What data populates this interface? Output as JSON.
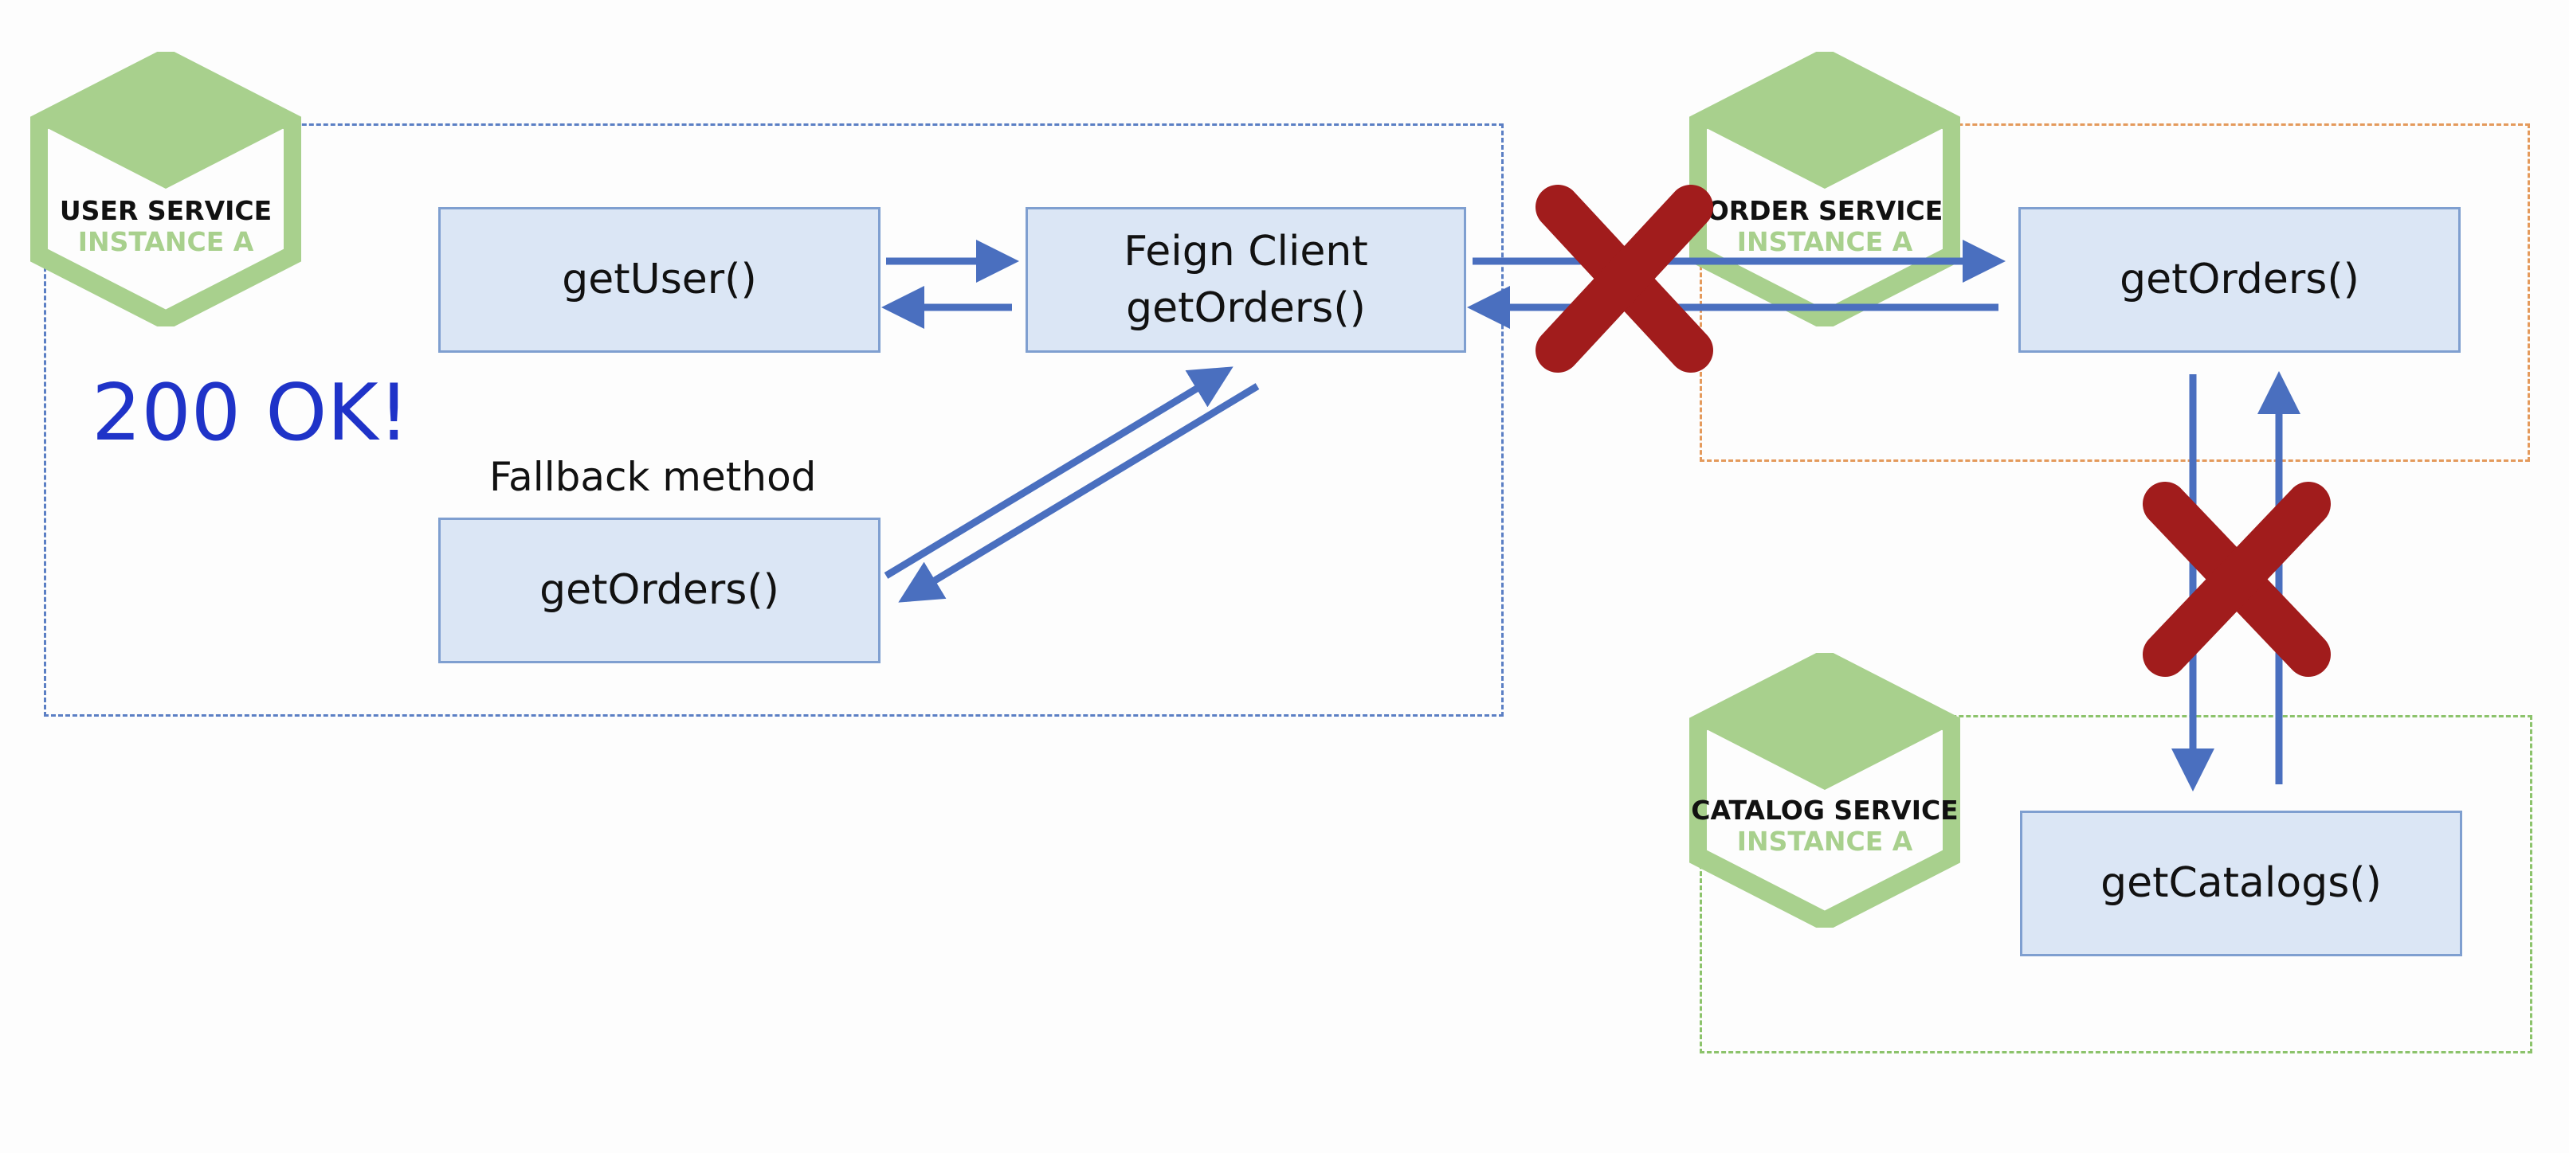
{
  "colors": {
    "user_region": "#5b7fc4",
    "order_region": "#e49a5c",
    "catalog_region": "#8cc36b",
    "hex_green": "#a8d08d",
    "arrow_blue": "#4a6fbf",
    "cross_red": "#a11c1c",
    "status_blue": "#1f33c8"
  },
  "user_service": {
    "name": "USER SERVICE",
    "instance": "INSTANCE A",
    "status": "200 OK!",
    "get_user_label": "getUser()",
    "feign_title": "Feign Client",
    "feign_method": "getOrders()",
    "fallback_caption": "Fallback method",
    "fallback_method": "getOrders()"
  },
  "order_service": {
    "name": "ORDER SERVICE",
    "instance": "INSTANCE A",
    "method": "getOrders()"
  },
  "catalog_service": {
    "name": "CATALOG SERVICE",
    "instance": "INSTANCE A",
    "method": "getCatalogs()"
  },
  "icons": [
    "hexagon-icon",
    "cross-icon",
    "arrow-icon"
  ]
}
